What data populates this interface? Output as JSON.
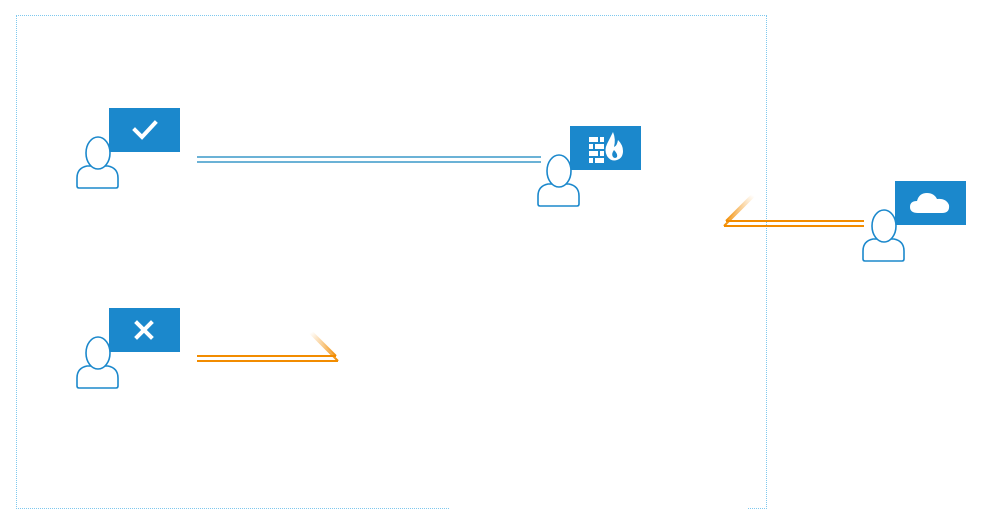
{
  "diagram": {
    "colors": {
      "badge": "#1b88cc",
      "person_outline": "#1b88cc",
      "allowed_link": "#6bb2d6",
      "blocked_link": "#f28c00",
      "zone_border": "#7ec8ee"
    },
    "nodes": [
      {
        "id": "allowed-user",
        "badge_icon": "checkmark-icon"
      },
      {
        "id": "blocked-user",
        "badge_icon": "x-icon"
      },
      {
        "id": "firewall-user",
        "badge_icon": "firewall-icon"
      },
      {
        "id": "cloud-user",
        "badge_icon": "cloud-icon"
      }
    ],
    "links": [
      {
        "from": "allowed-user",
        "to": "firewall-user",
        "status": "allowed"
      },
      {
        "from": "blocked-user",
        "to": "firewall-user",
        "status": "blocked"
      },
      {
        "from": "cloud-user",
        "to": "firewall-user",
        "status": "blocked"
      }
    ]
  }
}
